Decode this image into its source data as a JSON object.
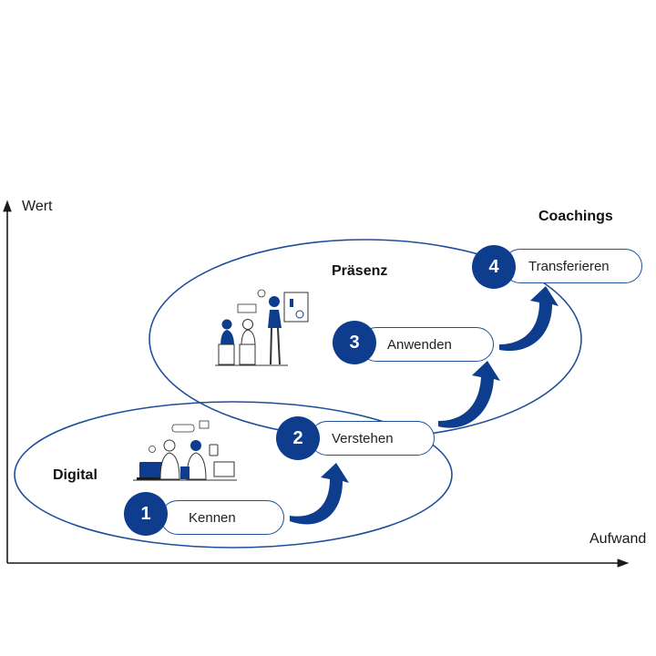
{
  "axes": {
    "y_label": "Wert",
    "x_label": "Aufwand"
  },
  "groups": {
    "digital": "Digital",
    "praesenz": "Präsenz",
    "coachings": "Coachings"
  },
  "steps": [
    {
      "number": "1",
      "label": "Kennen"
    },
    {
      "number": "2",
      "label": "Verstehen"
    },
    {
      "number": "3",
      "label": "Anwenden"
    },
    {
      "number": "4",
      "label": "Transferieren"
    }
  ],
  "colors": {
    "accent": "#0d3d8c",
    "outline": "#1f4f9a",
    "axis": "#1a1a1a"
  },
  "icons": [
    "people-working-illustration-icon",
    "presentation-illustration-icon",
    "curved-arrow-icon"
  ]
}
